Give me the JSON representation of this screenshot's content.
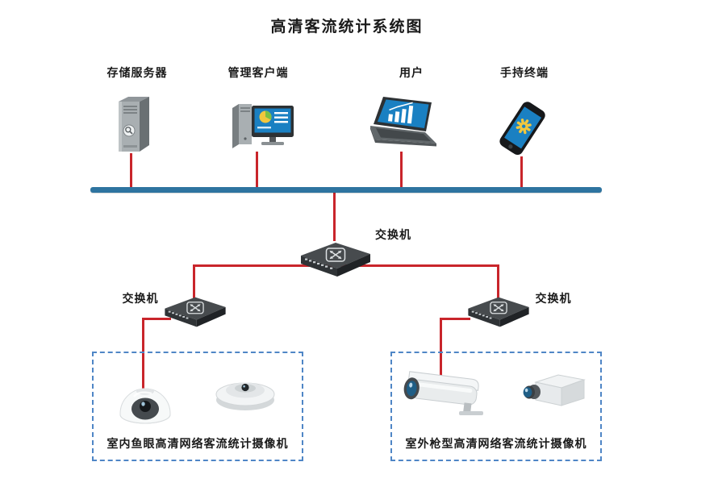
{
  "title": "高清客流统计系统图",
  "top_devices": [
    {
      "name": "storage-server",
      "label": "存储服务器"
    },
    {
      "name": "management-client",
      "label": "管理客户端"
    },
    {
      "name": "user",
      "label": "用户"
    },
    {
      "name": "handheld-terminal",
      "label": "手持终端"
    }
  ],
  "switches": {
    "core": {
      "label": "交换机"
    },
    "left": {
      "label": "交换机"
    },
    "right": {
      "label": "交换机"
    }
  },
  "camera_groups": {
    "indoor": {
      "label": "室内鱼眼高清网络客流统计摄像机",
      "cameras": [
        "dome-camera",
        "fisheye-camera"
      ]
    },
    "outdoor": {
      "label": "室外枪型高清网络客流统计摄像机",
      "cameras": [
        "bullet-camera",
        "box-camera"
      ]
    }
  },
  "icons": {
    "storage-server-icon": "server tower",
    "management-client-icon": "desktop pc with dashboard screen",
    "user-icon": "laptop with bar chart",
    "handheld-terminal-icon": "smartphone with gear",
    "switch-icon": "network switch with crossed arrows",
    "dome-camera-icon": "indoor dome camera",
    "fisheye-camera-icon": "fisheye ceiling camera",
    "bullet-camera-icon": "outdoor bullet camera",
    "box-camera-icon": "box camera"
  },
  "colors": {
    "bus_line": "#2e74a0",
    "connection_line": "#c9252b",
    "group_border": "#4f86c6"
  }
}
